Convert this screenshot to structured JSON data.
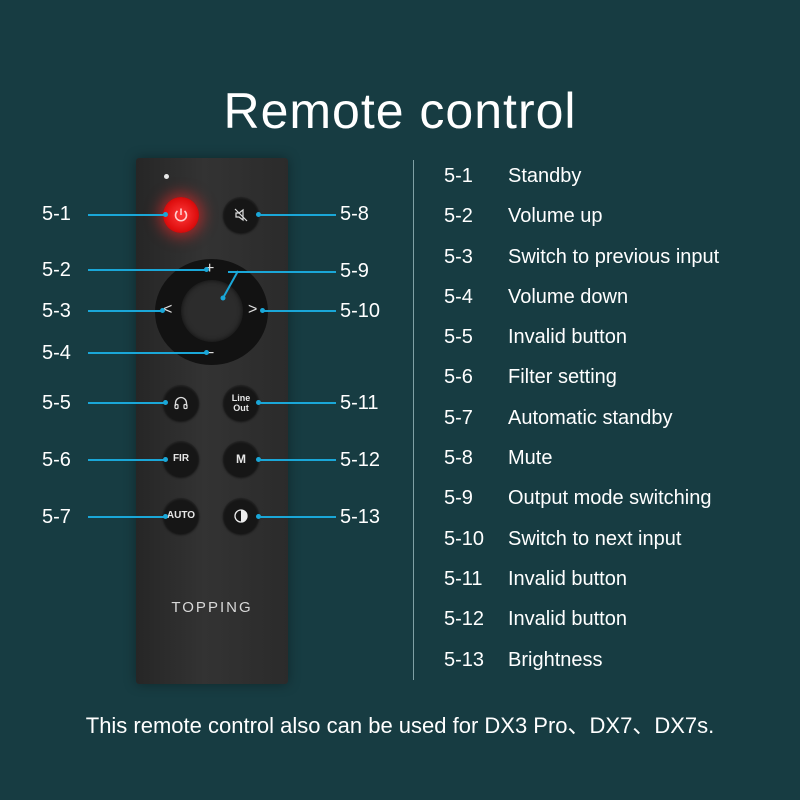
{
  "title": "Remote control",
  "remote": {
    "brand": "TOPPING",
    "buttons": {
      "headphones_icon": "headphones-icon",
      "line_out": "Line Out",
      "fir": "FIR",
      "m": "M",
      "auto": "AUTO",
      "brightness_icon": "contrast-icon",
      "power_icon": "power-icon",
      "mute_icon": "speaker-muted-icon"
    },
    "dpad": {
      "plus": "+",
      "minus": "−",
      "left": "<",
      "right": ">"
    }
  },
  "callouts": {
    "c5_1": "5-1",
    "c5_2": "5-2",
    "c5_3": "5-3",
    "c5_4": "5-4",
    "c5_5": "5-5",
    "c5_6": "5-6",
    "c5_7": "5-7",
    "c5_8": "5-8",
    "c5_9": "5-9",
    "c5_10": "5-10",
    "c5_11": "5-11",
    "c5_12": "5-12",
    "c5_13": "5-13"
  },
  "legend": [
    {
      "code": "5-1",
      "desc": "Standby"
    },
    {
      "code": "5-2",
      "desc": "Volume up"
    },
    {
      "code": "5-3",
      "desc": "Switch to previous input"
    },
    {
      "code": "5-4",
      "desc": "Volume down"
    },
    {
      "code": "5-5",
      "desc": "Invalid button"
    },
    {
      "code": "5-6",
      "desc": "Filter setting"
    },
    {
      "code": "5-7",
      "desc": "Automatic standby"
    },
    {
      "code": "5-8",
      "desc": "Mute"
    },
    {
      "code": "5-9",
      "desc": "Output mode switching"
    },
    {
      "code": "5-10",
      "desc": "Switch to next input"
    },
    {
      "code": "5-11",
      "desc": "Invalid button"
    },
    {
      "code": "5-12",
      "desc": "Invalid button"
    },
    {
      "code": "5-13",
      "desc": "Brightness"
    }
  ],
  "footer": "This remote control also can be used for DX3 Pro、DX7、DX7s.",
  "colors": {
    "background": "#173c42",
    "callout_line": "#1aa7d8",
    "power": "#e01010"
  }
}
